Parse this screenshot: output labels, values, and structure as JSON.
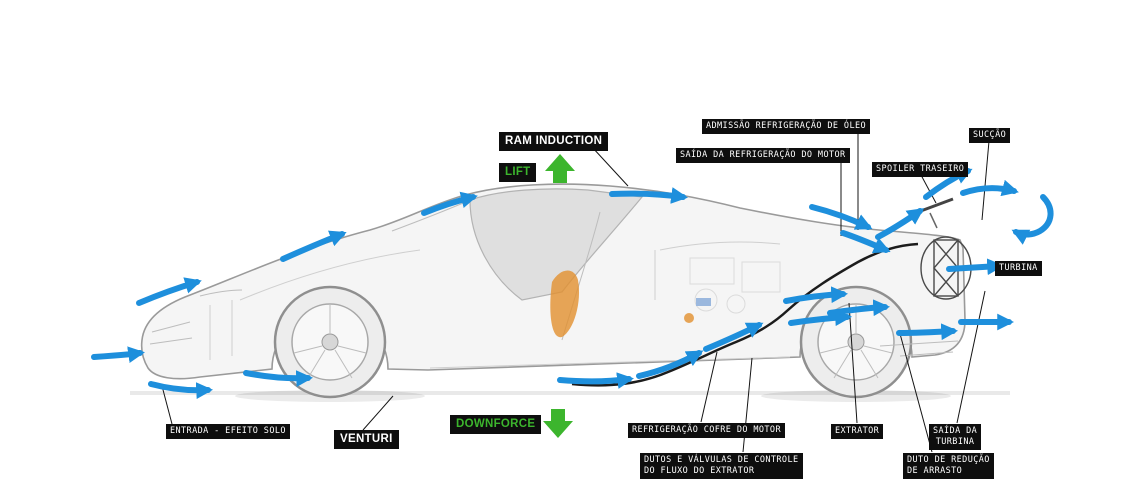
{
  "diagram": {
    "labels": {
      "ram_induction": "RAM INDUCTION",
      "lift": "LIFT",
      "admissao_oleo": "ADMISSÃO REFRIGERAÇÃO DE ÓLEO",
      "saida_refrigeracao_motor": "SAÍDA DA REFRIGERAÇÃO DO MOTOR",
      "succao": "SUCÇÃO",
      "spoiler_traseiro": "SPOILER TRASEIRO",
      "turbina": "TURBINA",
      "entrada_efeito_solo": "ENTRADA - EFEITO SOLO",
      "venturi": "VENTURI",
      "downforce": "DOWNFORCE",
      "refrigeracao_cofre": "REFRIGERAÇÃO COFRE DO MOTOR",
      "dutos_valvulas_l1": "DUTOS E VÁLVULAS DE CONTROLE",
      "dutos_valvulas_l2": "DO FLUXO DO EXTRATOR",
      "extrator": "EXTRATOR",
      "saida_turbina_l1": "SAÍDA DA",
      "saida_turbina_l2": "TURBINA",
      "duto_reducao_l1": "DUTO DE REDUÇÃO",
      "duto_reducao_l2": "DE ARRASTO"
    },
    "icons": {
      "lift_arrow": "up-arrow",
      "downforce_arrow": "down-arrow"
    },
    "colors": {
      "arrow_blue": "#1e8fdc",
      "accent_green": "#3cb52d",
      "label_bg": "#0e0e0e",
      "label_text": "#ffffff"
    }
  }
}
